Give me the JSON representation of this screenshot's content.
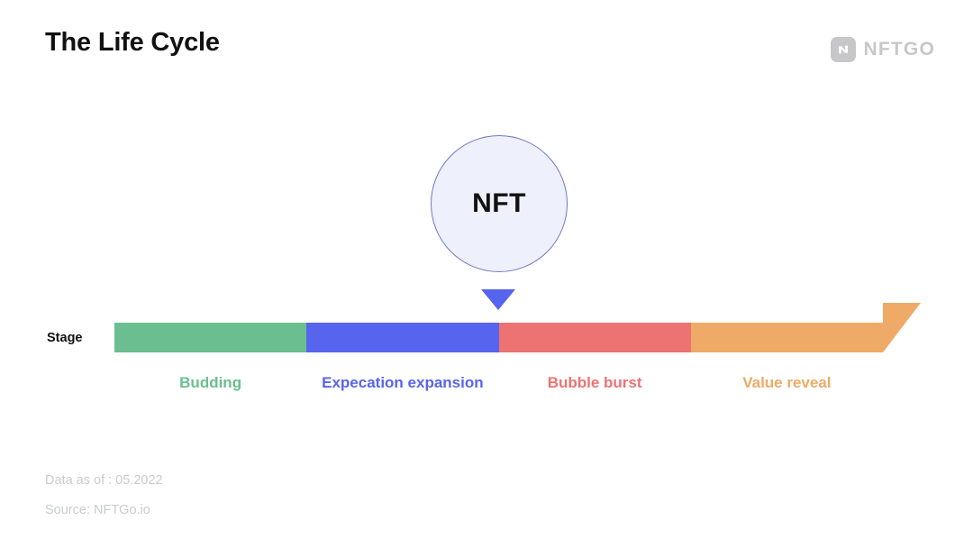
{
  "header": {
    "title": "The Life Cycle",
    "brand_name": "NFTGO",
    "brand_mark_icon": "nftgo-logo-icon",
    "brand_color": "#c7c7c9"
  },
  "diagram": {
    "bubble": {
      "label": "NFT",
      "fill": "#eef0fb",
      "border": "#7177c9"
    },
    "pointer": {
      "icon": "triangle-down-icon",
      "color": "#5664ee",
      "points_to_stage": "Expecation expansion / Bubble burst boundary"
    },
    "axis_label": "Stage",
    "stages": [
      {
        "label": "Budding",
        "color": "#6bbe8f"
      },
      {
        "label": "Expecation expansion",
        "color": "#5664ee"
      },
      {
        "label": "Bubble burst",
        "color": "#ed7272"
      },
      {
        "label": "Value reveal",
        "color": "#eeaa66"
      }
    ],
    "arrowhead_color": "#eeaa66"
  },
  "footer": {
    "lines": [
      "Data as of : 05.2022",
      "Source: NFTGo.io"
    ]
  }
}
